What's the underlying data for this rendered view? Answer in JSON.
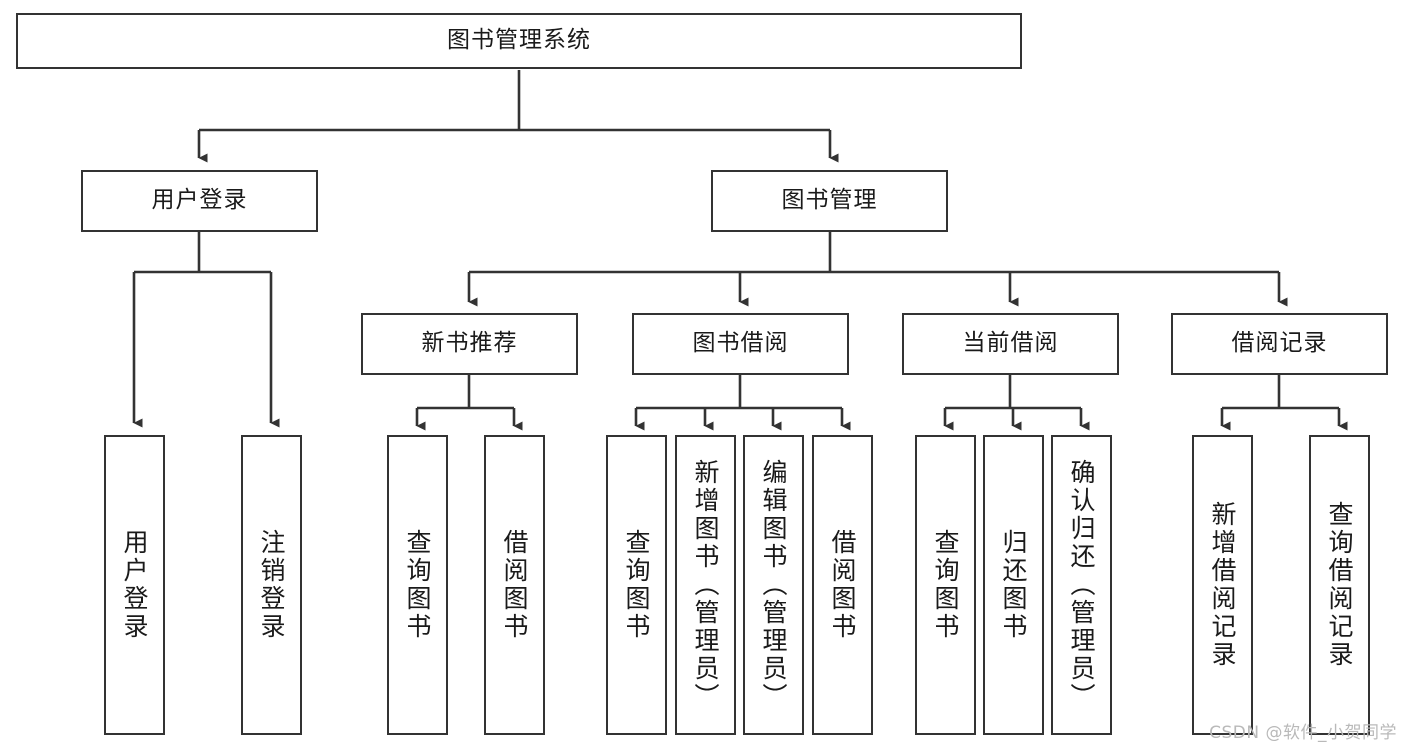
{
  "diagram": {
    "type": "tree",
    "title": "图书管理系统",
    "watermark": "CSDN @软件_小贺同学",
    "colors": {
      "box_border": "#333333",
      "box_fill": "#ffffff",
      "connector": "#333333",
      "text": "#1a1a1a",
      "watermark": "#b9b9b9"
    },
    "levels": {
      "root": {
        "label": "图书管理系统"
      },
      "level2": [
        {
          "label": "用户登录"
        },
        {
          "label": "图书管理"
        }
      ],
      "level3": [
        {
          "label": "新书推荐"
        },
        {
          "label": "图书借阅"
        },
        {
          "label": "当前借阅"
        },
        {
          "label": "借阅记录"
        }
      ],
      "leaves": {
        "user_login": [
          {
            "label": "用户登录"
          },
          {
            "label": "注销登录"
          }
        ],
        "new_book_recommend": [
          {
            "label": "查询图书"
          },
          {
            "label": "借阅图书"
          }
        ],
        "book_borrow": [
          {
            "label": "查询图书"
          },
          {
            "label": "新增图书（管理员）"
          },
          {
            "label": "编辑图书（管理员）"
          },
          {
            "label": "借阅图书"
          }
        ],
        "current_borrow": [
          {
            "label": "查询图书"
          },
          {
            "label": "归还图书"
          },
          {
            "label": "确认归还（管理员）"
          }
        ],
        "borrow_record": [
          {
            "label": "新增借阅记录"
          },
          {
            "label": "查询借阅记录"
          }
        ]
      }
    }
  }
}
